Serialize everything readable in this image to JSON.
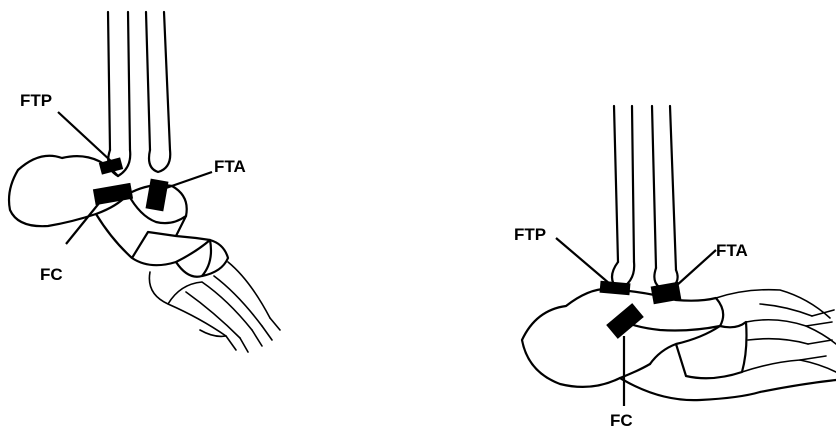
{
  "left_view": {
    "labels": {
      "ftp": "FTP",
      "fta": "FTA",
      "fc": "FC"
    }
  },
  "right_view": {
    "labels": {
      "ftp": "FTP",
      "fta": "FTA",
      "fc": "FC"
    }
  }
}
